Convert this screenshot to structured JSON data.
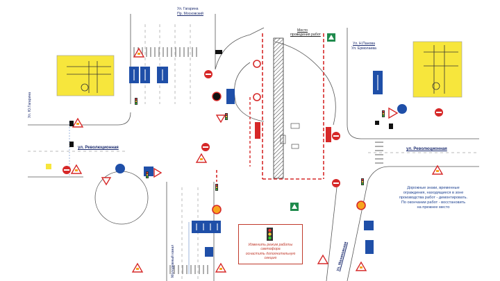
{
  "colors": {
    "sign_red": "#d62828",
    "sign_blue": "#1f4fa8",
    "work_zone_red": "#d62828",
    "map_yellow": "#f7e63c",
    "road_line": "#555555",
    "note_red": "#c0392b",
    "legend_blue": "#1b3f8f"
  },
  "streets": {
    "top_center_1": "Ул. Гагарина",
    "top_center_2": "Пр. Московский",
    "left_vertical": "Ул. Ю.Гагарина",
    "left_horizontal": "ул. Революционная",
    "right_top_1": "Ул. Н.Панова",
    "right_top_2": "Ул. Ермолаева",
    "right_horizontal": "ул. Революционная",
    "bottom_left_vertical": "Молодежный канал",
    "bottom_right_vertical": "Ул. Малиновская",
    "center_work_label_1": "Место",
    "center_work_label_2": "проведения работ"
  },
  "note": {
    "text": "Изменить режим работы\nсветофора\nоснастить дополнительную\nсекцию",
    "icon": "traffic-light-icon"
  },
  "legend": {
    "text": "Дорожные знаки, временные\nограждения, находящиеся в зоне\nпроизводства работ - демонтировать.\nПо окончании работ - восстановить\nна прежнее место"
  },
  "icons": {
    "tree": "tree-icon",
    "traffic_light": "traffic-light-icon",
    "car": "car-icon",
    "no_entry": "no-entry-sign-icon",
    "roadworks": "roadworks-sign-icon",
    "yield": "yield-sign-icon",
    "direction": "direction-sign-icon"
  }
}
